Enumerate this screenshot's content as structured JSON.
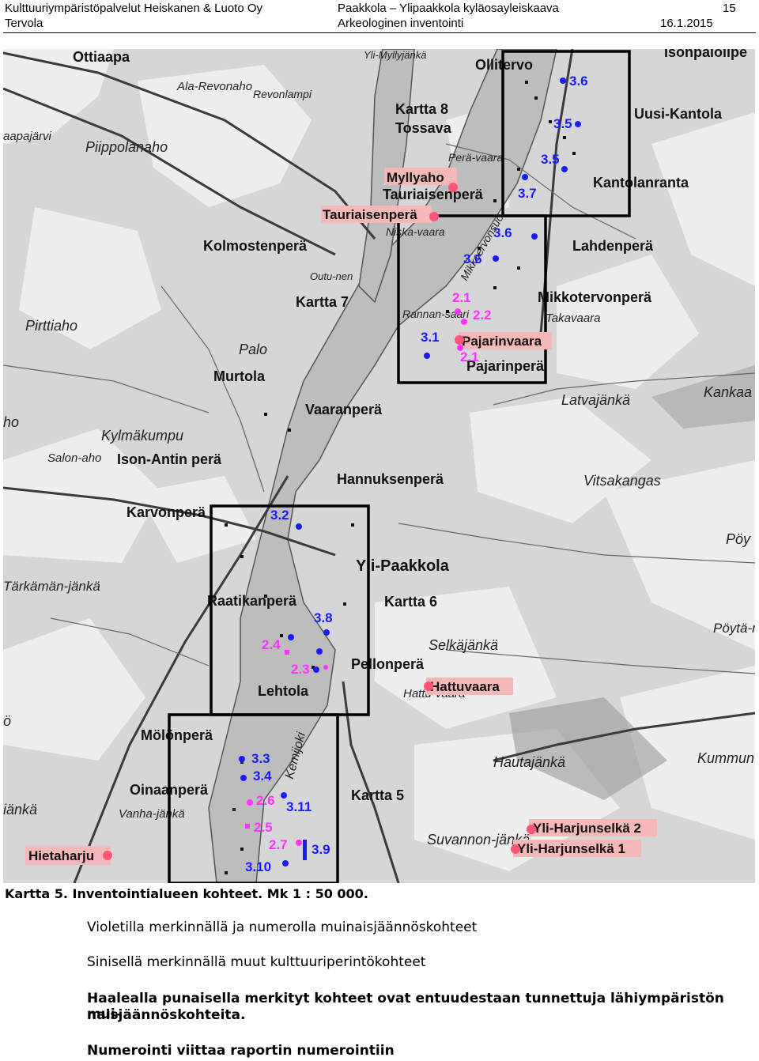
{
  "header": {
    "company": "Kulttuuriympäristöpalvelut Heiskanen & Luoto Oy",
    "town": "Tervola",
    "project": "Paakkola – Ylipaakkola kyläosayleiskaava",
    "report_type": "Arkeologinen inventointi",
    "date": "16.1.2015",
    "page_number": "15"
  },
  "map": {
    "colors": {
      "muinais": "#ff33ff",
      "kulttuuri": "#1a1aff",
      "known_bg": "#f5b8b8",
      "known_dot": "#ff5577",
      "box": "#000000"
    },
    "place_names": [
      "Ottiaapa",
      "Yli-Myllyjänkä",
      "Ollitervo",
      "Isonpalolipe",
      "Ala-Revonaho",
      "Revonlampi",
      "aapajärvi",
      "Piippolanaho",
      "Uusi-Kantola",
      "Tossava",
      "Perä-vaara",
      "Kantolanranta",
      "Tauriaisenperä",
      "Niska-vaara",
      "Mikkoervonsuo",
      "Lahdenperä",
      "Kolmostenperä",
      "Outu-nen",
      "Mikkotervonperä",
      "Takavaara",
      "Rannan-saari",
      "Pirttiaho",
      "Palo",
      "Murtola",
      "Pajarinperä",
      "Kankaa",
      "Latvajänkä",
      "Vaaranperä",
      "ho",
      "Kylmäkumpu",
      "Salon-aho",
      "Ison-Antin perä",
      "Hannuksenperä",
      "Vitsakangas",
      "Karvonperä",
      "Pöy",
      "Yli-Paakkola",
      "Tärkämän-jänkä",
      "Raatikanperä",
      "Pöytä-maa",
      "Selkäjänkä",
      "Pellonperä",
      "Hattu-vaara",
      "Lehtola",
      "Mölönperä",
      "Hautajänkä",
      "Kummun",
      "Oinaanperä",
      "Vanha-jänkä",
      "iänkä",
      "Suvannon-jänkä",
      "Kemijoki",
      "ö"
    ],
    "map_labels": [
      "Kartta 8",
      "Kartta 7",
      "Kartta 6",
      "Kartta 5"
    ],
    "known_sites": [
      "Myllyaho",
      "Tauriaisenperä",
      "Pajarinvaara",
      "Hattuvaara",
      "Hietaharju",
      "Yli-Harjunselkä 2",
      "Yli-Harjunselkä 1"
    ],
    "blue_sites": [
      "3.6",
      "3.5",
      "3.5",
      "3.7",
      "3.6",
      "3.6",
      "3.1",
      "3.2",
      "3.8",
      "3.3",
      "3.4",
      "3.11",
      "3.9",
      "3.10"
    ],
    "magenta_sites": [
      "2.1",
      "2.2",
      "2.1",
      "2.4",
      "2.3",
      "2.6",
      "2.5",
      "2.7"
    ]
  },
  "caption": "Kartta 5. Inventointialueen kohteet. Mk 1 : 50 000.",
  "legend": {
    "violet": "Violetilla merkinnällä ja numerolla muinaisjäännöskohteet",
    "blue": "Sinisellä merkinnällä muut kulttuuriperintökohteet",
    "known_line1": "Haalealla punaisella merkityt kohteet ovat entuudestaan tunnettuja lähiympäristön mui-",
    "known_line2": "naisjäännöskohteita.",
    "numbering": "Numerointi viittaa raportin numerointiin"
  }
}
